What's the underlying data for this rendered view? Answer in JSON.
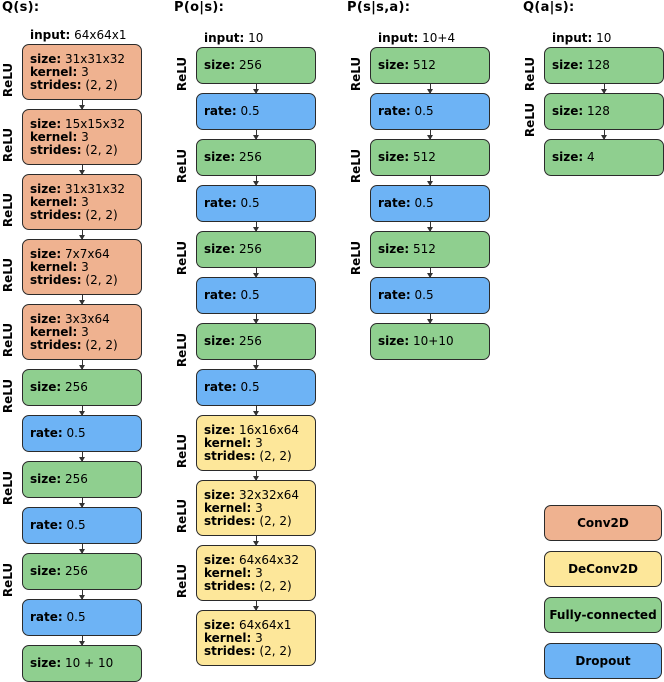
{
  "colors": {
    "conv2d": "#efb290",
    "deconv2d": "#fde79a",
    "fc": "#8fcf8f",
    "dropout": "#6db3f5"
  },
  "activation_label": "ReLU",
  "columns": [
    {
      "title": "Q(s):",
      "input_key": "input:",
      "input_value": "64x64x1",
      "blocks": [
        {
          "type": "conv",
          "lines": [
            [
              "size:",
              "31x31x32"
            ],
            [
              "kernel:",
              "3"
            ],
            [
              "strides:",
              "(2, 2)"
            ]
          ],
          "relu": true
        },
        {
          "type": "conv",
          "lines": [
            [
              "size:",
              "15x15x32"
            ],
            [
              "kernel:",
              "3"
            ],
            [
              "strides:",
              "(2, 2)"
            ]
          ],
          "relu": true
        },
        {
          "type": "conv",
          "lines": [
            [
              "size:",
              "31x31x32"
            ],
            [
              "kernel:",
              "3"
            ],
            [
              "strides:",
              "(2, 2)"
            ]
          ],
          "relu": true
        },
        {
          "type": "conv",
          "lines": [
            [
              "size:",
              "7x7x64"
            ],
            [
              "kernel:",
              "3"
            ],
            [
              "strides:",
              "(2, 2)"
            ]
          ],
          "relu": true
        },
        {
          "type": "conv",
          "lines": [
            [
              "size:",
              "3x3x64"
            ],
            [
              "kernel:",
              "3"
            ],
            [
              "strides:",
              "(2, 2)"
            ]
          ],
          "relu": true
        },
        {
          "type": "fc",
          "lines": [
            [
              "size:",
              "256"
            ]
          ],
          "relu": true
        },
        {
          "type": "drop",
          "lines": [
            [
              "rate:",
              "0.5"
            ]
          ],
          "relu": false
        },
        {
          "type": "fc",
          "lines": [
            [
              "size:",
              "256"
            ]
          ],
          "relu": true
        },
        {
          "type": "drop",
          "lines": [
            [
              "rate:",
              "0.5"
            ]
          ],
          "relu": false
        },
        {
          "type": "fc",
          "lines": [
            [
              "size:",
              "256"
            ]
          ],
          "relu": true
        },
        {
          "type": "drop",
          "lines": [
            [
              "rate:",
              "0.5"
            ]
          ],
          "relu": false
        },
        {
          "type": "fc",
          "lines": [
            [
              "size:",
              "10 + 10"
            ]
          ],
          "relu": false
        }
      ]
    },
    {
      "title": "P(o|s):",
      "input_key": "input:",
      "input_value": "10",
      "blocks": [
        {
          "type": "fc",
          "lines": [
            [
              "size:",
              "256"
            ]
          ],
          "relu": true
        },
        {
          "type": "drop",
          "lines": [
            [
              "rate:",
              "0.5"
            ]
          ],
          "relu": false
        },
        {
          "type": "fc",
          "lines": [
            [
              "size:",
              "256"
            ]
          ],
          "relu": true
        },
        {
          "type": "drop",
          "lines": [
            [
              "rate:",
              "0.5"
            ]
          ],
          "relu": false
        },
        {
          "type": "fc",
          "lines": [
            [
              "size:",
              "256"
            ]
          ],
          "relu": true
        },
        {
          "type": "drop",
          "lines": [
            [
              "rate:",
              "0.5"
            ]
          ],
          "relu": false
        },
        {
          "type": "fc",
          "lines": [
            [
              "size:",
              "256"
            ]
          ],
          "relu": true
        },
        {
          "type": "drop",
          "lines": [
            [
              "rate:",
              "0.5"
            ]
          ],
          "relu": false
        },
        {
          "type": "deconv",
          "lines": [
            [
              "size:",
              "16x16x64"
            ],
            [
              "kernel:",
              "3"
            ],
            [
              "strides:",
              "(2, 2)"
            ]
          ],
          "relu": true
        },
        {
          "type": "deconv",
          "lines": [
            [
              "size:",
              "32x32x64"
            ],
            [
              "kernel:",
              "3"
            ],
            [
              "strides:",
              "(2, 2)"
            ]
          ],
          "relu": true
        },
        {
          "type": "deconv",
          "lines": [
            [
              "size:",
              "64x64x32"
            ],
            [
              "kernel:",
              "3"
            ],
            [
              "strides:",
              "(2, 2)"
            ]
          ],
          "relu": true
        },
        {
          "type": "deconv",
          "lines": [
            [
              "size:",
              "64x64x1"
            ],
            [
              "kernel:",
              "3"
            ],
            [
              "strides:",
              "(2, 2)"
            ]
          ],
          "relu": false
        }
      ]
    },
    {
      "title": "P(s|s,a):",
      "input_key": "input:",
      "input_value": "10+4",
      "blocks": [
        {
          "type": "fc",
          "lines": [
            [
              "size:",
              "512"
            ]
          ],
          "relu": true
        },
        {
          "type": "drop",
          "lines": [
            [
              "rate:",
              "0.5"
            ]
          ],
          "relu": false
        },
        {
          "type": "fc",
          "lines": [
            [
              "size:",
              "512"
            ]
          ],
          "relu": true
        },
        {
          "type": "drop",
          "lines": [
            [
              "rate:",
              "0.5"
            ]
          ],
          "relu": false
        },
        {
          "type": "fc",
          "lines": [
            [
              "size:",
              "512"
            ]
          ],
          "relu": true
        },
        {
          "type": "drop",
          "lines": [
            [
              "rate:",
              "0.5"
            ]
          ],
          "relu": false
        },
        {
          "type": "fc",
          "lines": [
            [
              "size:",
              "10+10"
            ]
          ],
          "relu": false
        }
      ]
    },
    {
      "title": "Q(a|s):",
      "input_key": "input:",
      "input_value": "10",
      "blocks": [
        {
          "type": "fc",
          "lines": [
            [
              "size:",
              "128"
            ]
          ],
          "relu": true
        },
        {
          "type": "fc",
          "lines": [
            [
              "size:",
              "128"
            ]
          ],
          "relu": true
        },
        {
          "type": "fc",
          "lines": [
            [
              "size:",
              "4"
            ]
          ],
          "relu": false
        }
      ]
    }
  ],
  "legend": [
    {
      "type": "conv",
      "label": "Conv2D"
    },
    {
      "type": "deconv",
      "label": "DeConv2D"
    },
    {
      "type": "fc",
      "label": "Fully-connected"
    },
    {
      "type": "drop",
      "label": "Dropout"
    }
  ]
}
